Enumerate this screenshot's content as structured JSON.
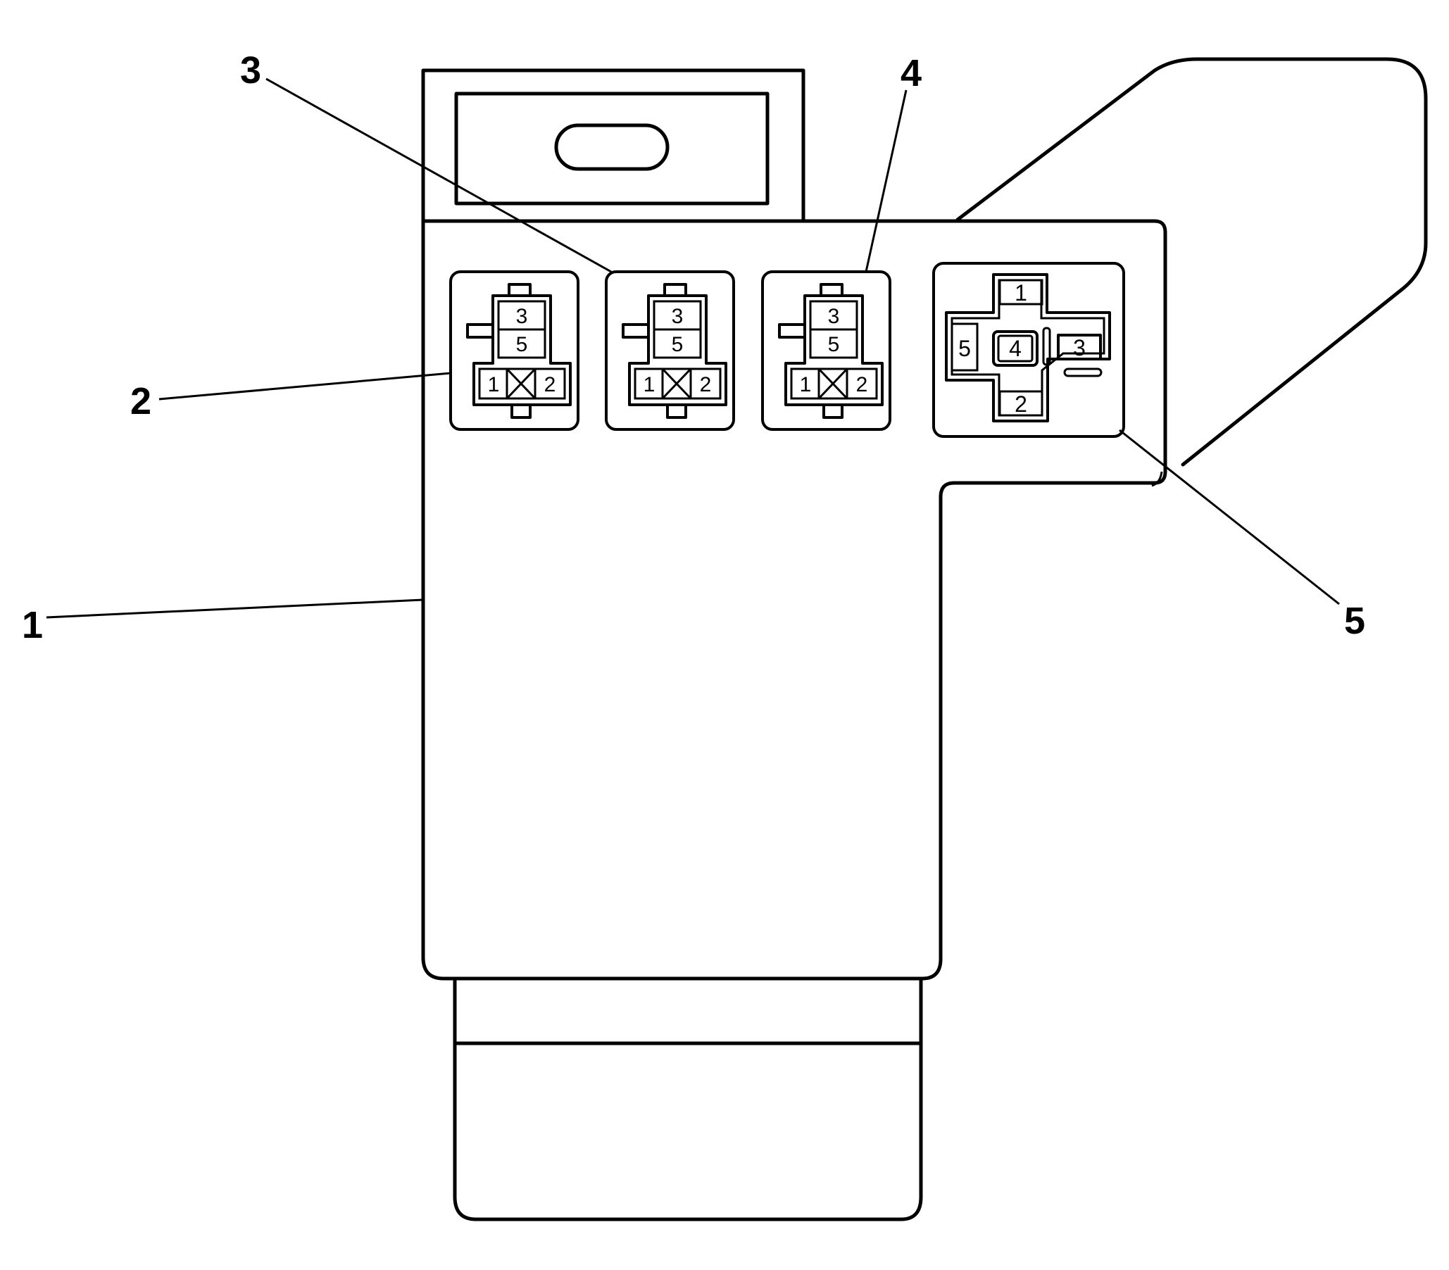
{
  "callouts": [
    "1",
    "2",
    "3",
    "4",
    "5"
  ],
  "relay_a": {
    "pins": [
      "3",
      "5",
      "1",
      "2"
    ]
  },
  "relay_b": {
    "pins": [
      "3",
      "5",
      "1",
      "2"
    ]
  },
  "relay_c": {
    "pins": [
      "3",
      "5",
      "1",
      "2"
    ]
  },
  "relay_d": {
    "pins": [
      "1",
      "2",
      "3",
      "4",
      "5"
    ]
  }
}
